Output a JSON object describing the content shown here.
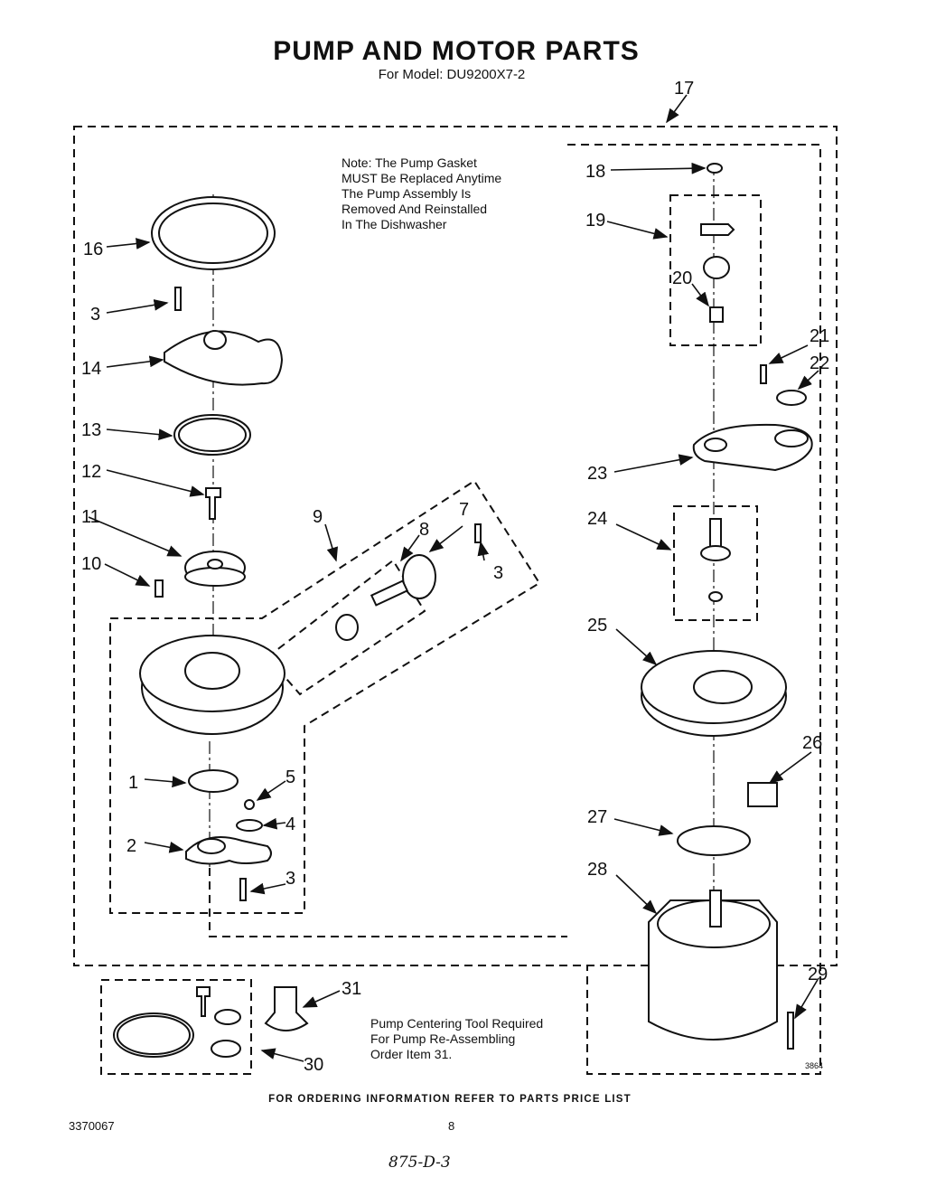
{
  "header": {
    "title": "PUMP AND MOTOR PARTS",
    "subtitle": "For Model: DU9200X7-2"
  },
  "notes": {
    "gasket_note": "Note: The Pump Gasket\nMUST Be Replaced Anytime\nThe Pump Assembly Is\nRemoved And Reinstalled\nIn The Dishwasher",
    "tool_note": "Pump Centering Tool Required\nFor Pump Re-Assembling\nOrder Item 31."
  },
  "callouts": {
    "c1": "1",
    "c2": "2",
    "c3a": "3",
    "c3b": "3",
    "c3c": "3",
    "c4": "4",
    "c5": "5",
    "c7": "7",
    "c8": "8",
    "c9": "9",
    "c10": "10",
    "c11": "11",
    "c12": "12",
    "c13": "13",
    "c14": "14",
    "c16": "16",
    "c17": "17",
    "c18": "18",
    "c19": "19",
    "c20": "20",
    "c21": "21",
    "c22": "22",
    "c23": "23",
    "c24": "24",
    "c25": "25",
    "c26": "26",
    "c27": "27",
    "c28": "28",
    "c29": "29",
    "c30": "30",
    "c31": "31"
  },
  "footer": {
    "ordering_note": "FOR ORDERING INFORMATION REFER TO PARTS PRICE LIST",
    "doc_number": "3370067",
    "page_number": "8",
    "handwritten": "875-D-3",
    "diagram_code": "3864"
  }
}
